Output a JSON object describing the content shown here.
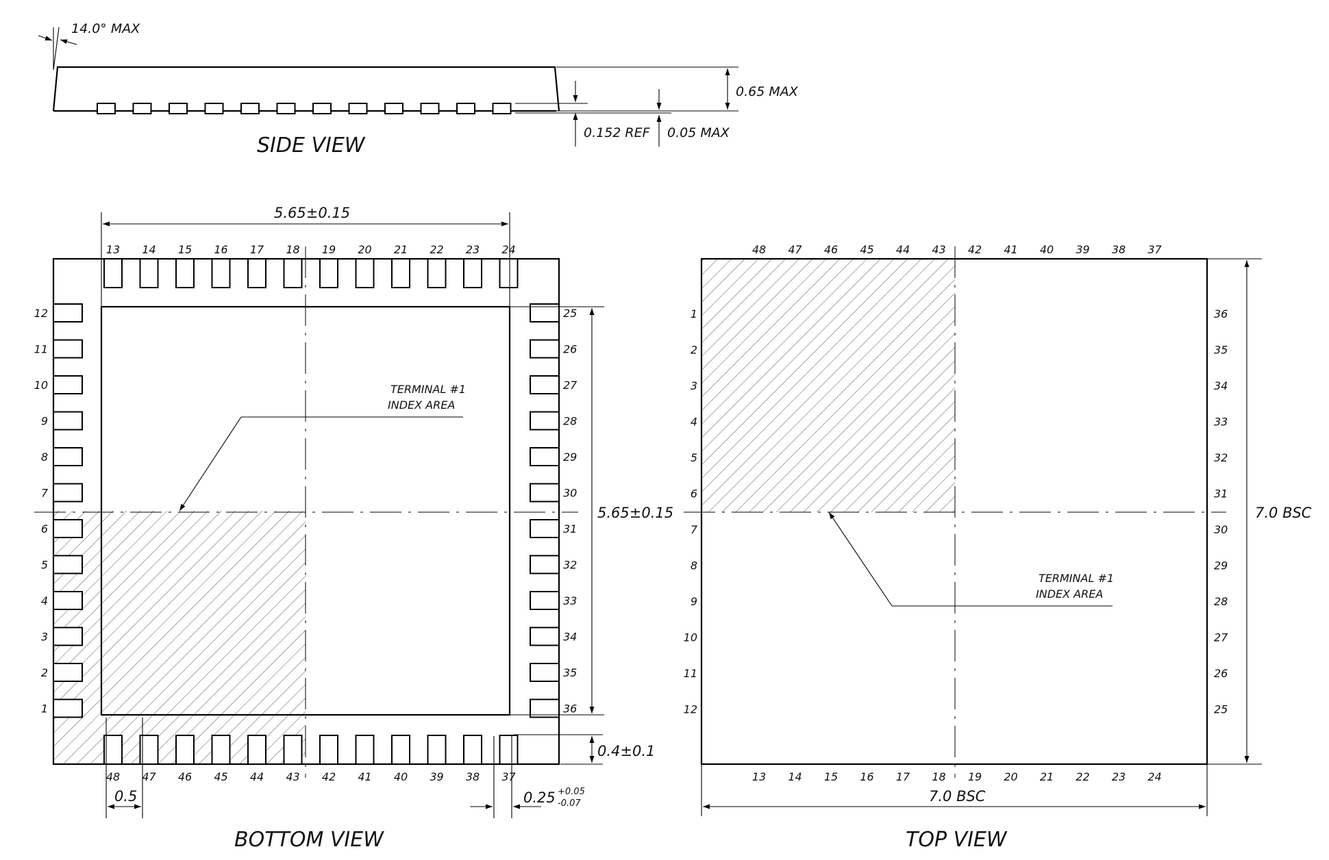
{
  "views": {
    "side": "SIDE VIEW",
    "bottom": "BOTTOM VIEW",
    "top": "TOP VIEW"
  },
  "dimensions": {
    "draft_angle": "14.0° MAX",
    "height_max": "0.65 MAX",
    "lead_ref": "0.152 REF",
    "standoff": "0.05 MAX",
    "pad_span_h": "5.65±0.15",
    "pad_span_v": "5.65±0.15",
    "pad_length": "0.4±0.1",
    "pitch": "0.5",
    "pad_width_base": "0.25",
    "pad_width_plus": "+0.05",
    "pad_width_minus": "-0.07",
    "body_width": "7.0 BSC",
    "body_height": "7.0 BSC"
  },
  "annotations": {
    "terminal_line1": "TERMINAL #1",
    "terminal_line2": "INDEX AREA"
  },
  "pins": {
    "bottom_top_row": [
      "13",
      "14",
      "15",
      "16",
      "17",
      "18",
      "19",
      "20",
      "21",
      "22",
      "23",
      "24"
    ],
    "bottom_bottom_row": [
      "48",
      "47",
      "46",
      "45",
      "44",
      "43",
      "42",
      "41",
      "40",
      "39",
      "38",
      "37"
    ],
    "bottom_left_col": [
      "12",
      "11",
      "10",
      "9",
      "8",
      "7",
      "6",
      "5",
      "4",
      "3",
      "2",
      "1"
    ],
    "bottom_right_col": [
      "25",
      "26",
      "27",
      "28",
      "29",
      "30",
      "31",
      "32",
      "33",
      "34",
      "35",
      "36"
    ],
    "top_top_row": [
      "48",
      "47",
      "46",
      "45",
      "44",
      "43",
      "42",
      "41",
      "40",
      "39",
      "38",
      "37"
    ],
    "top_bottom_row": [
      "13",
      "14",
      "15",
      "16",
      "17",
      "18",
      "19",
      "20",
      "21",
      "22",
      "23",
      "24"
    ],
    "top_left_col": [
      "1",
      "2",
      "3",
      "4",
      "5",
      "6",
      "7",
      "8",
      "9",
      "10",
      "11",
      "12"
    ],
    "top_right_col": [
      "36",
      "35",
      "34",
      "33",
      "32",
      "31",
      "30",
      "29",
      "28",
      "27",
      "26",
      "25"
    ]
  }
}
